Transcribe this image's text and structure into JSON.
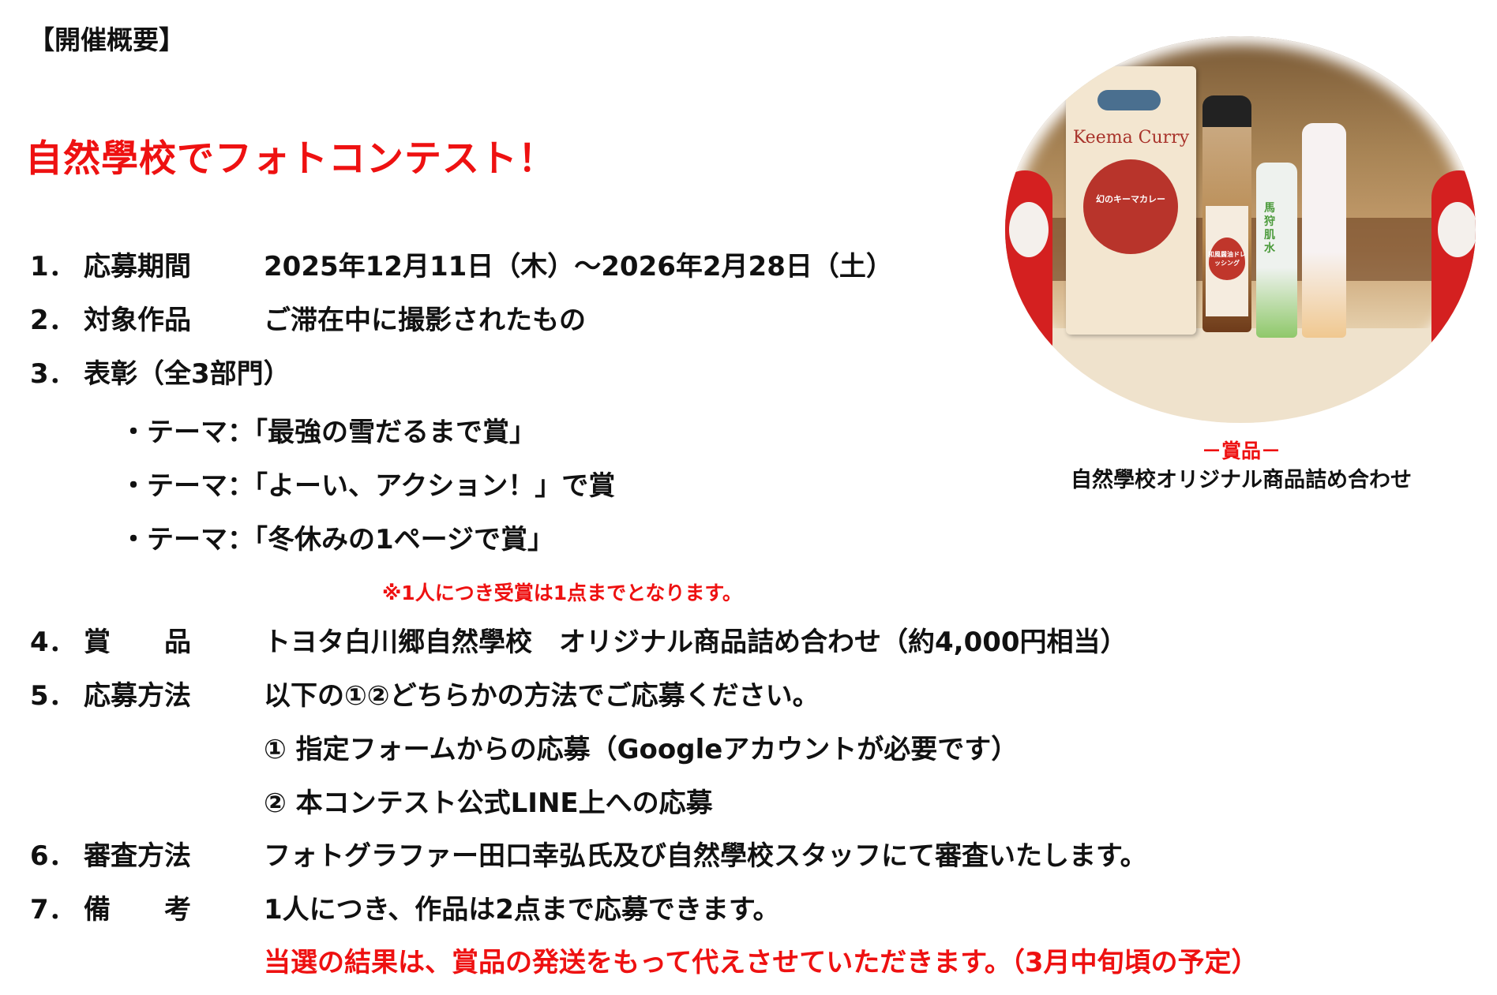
{
  "heading": "【開催概要】",
  "title": "自然學校でフォトコンテスト！",
  "items": [
    {
      "num": "1．",
      "label": "応募期間",
      "value": "2025年12月11日（木）～2026年2月28日（土）"
    },
    {
      "num": "2．",
      "label": "対象作品",
      "value": "ご滞在中に撮影されたもの"
    },
    {
      "num": "3．",
      "label": "表彰（全3部門）",
      "value": ""
    },
    {
      "num": "4．",
      "label": "賞　　品",
      "value": "トヨタ白川郷自然學校　オリジナル商品詰め合わせ（約4,000円相当）"
    },
    {
      "num": "5．",
      "label": "応募方法",
      "value": "以下の①②どちらかの方法でご応募ください。"
    },
    {
      "num": "6．",
      "label": "審査方法",
      "value": "フォトグラファー田口幸弘氏及び自然學校スタッフにて審査いたします。"
    },
    {
      "num": "7．",
      "label": "備　　考",
      "value": "1人につき、作品は2点まで応募できます。"
    }
  ],
  "themes": [
    "・テーマ：「最強の雪だるまで賞」",
    "・テーマ：「よーい、アクション！」で賞",
    "・テーマ：「冬休みの1ページで賞」"
  ],
  "award_note": "※1人につき受賞は1点までとなります。",
  "methods": [
    "①  指定フォームからの応募（Googleアカウントが必要です）",
    "②  本コンテスト公式LINE上への応募"
  ],
  "result_note": "当選の結果は、賞品の発送をもって代えさせていただきます。（3月中旬頃の予定）",
  "prize_image": {
    "package_text": "Keema Curry",
    "package_sub": "幻のキーマカレー",
    "bottle_text": "和風醤油ドレッシング",
    "lotion_text": "馬狩肌水"
  },
  "caption": {
    "label": "－賞品－",
    "text": "自然學校オリジナル商品詰め合わせ"
  },
  "colors": {
    "accent": "#ee1111",
    "text": "#111111"
  }
}
